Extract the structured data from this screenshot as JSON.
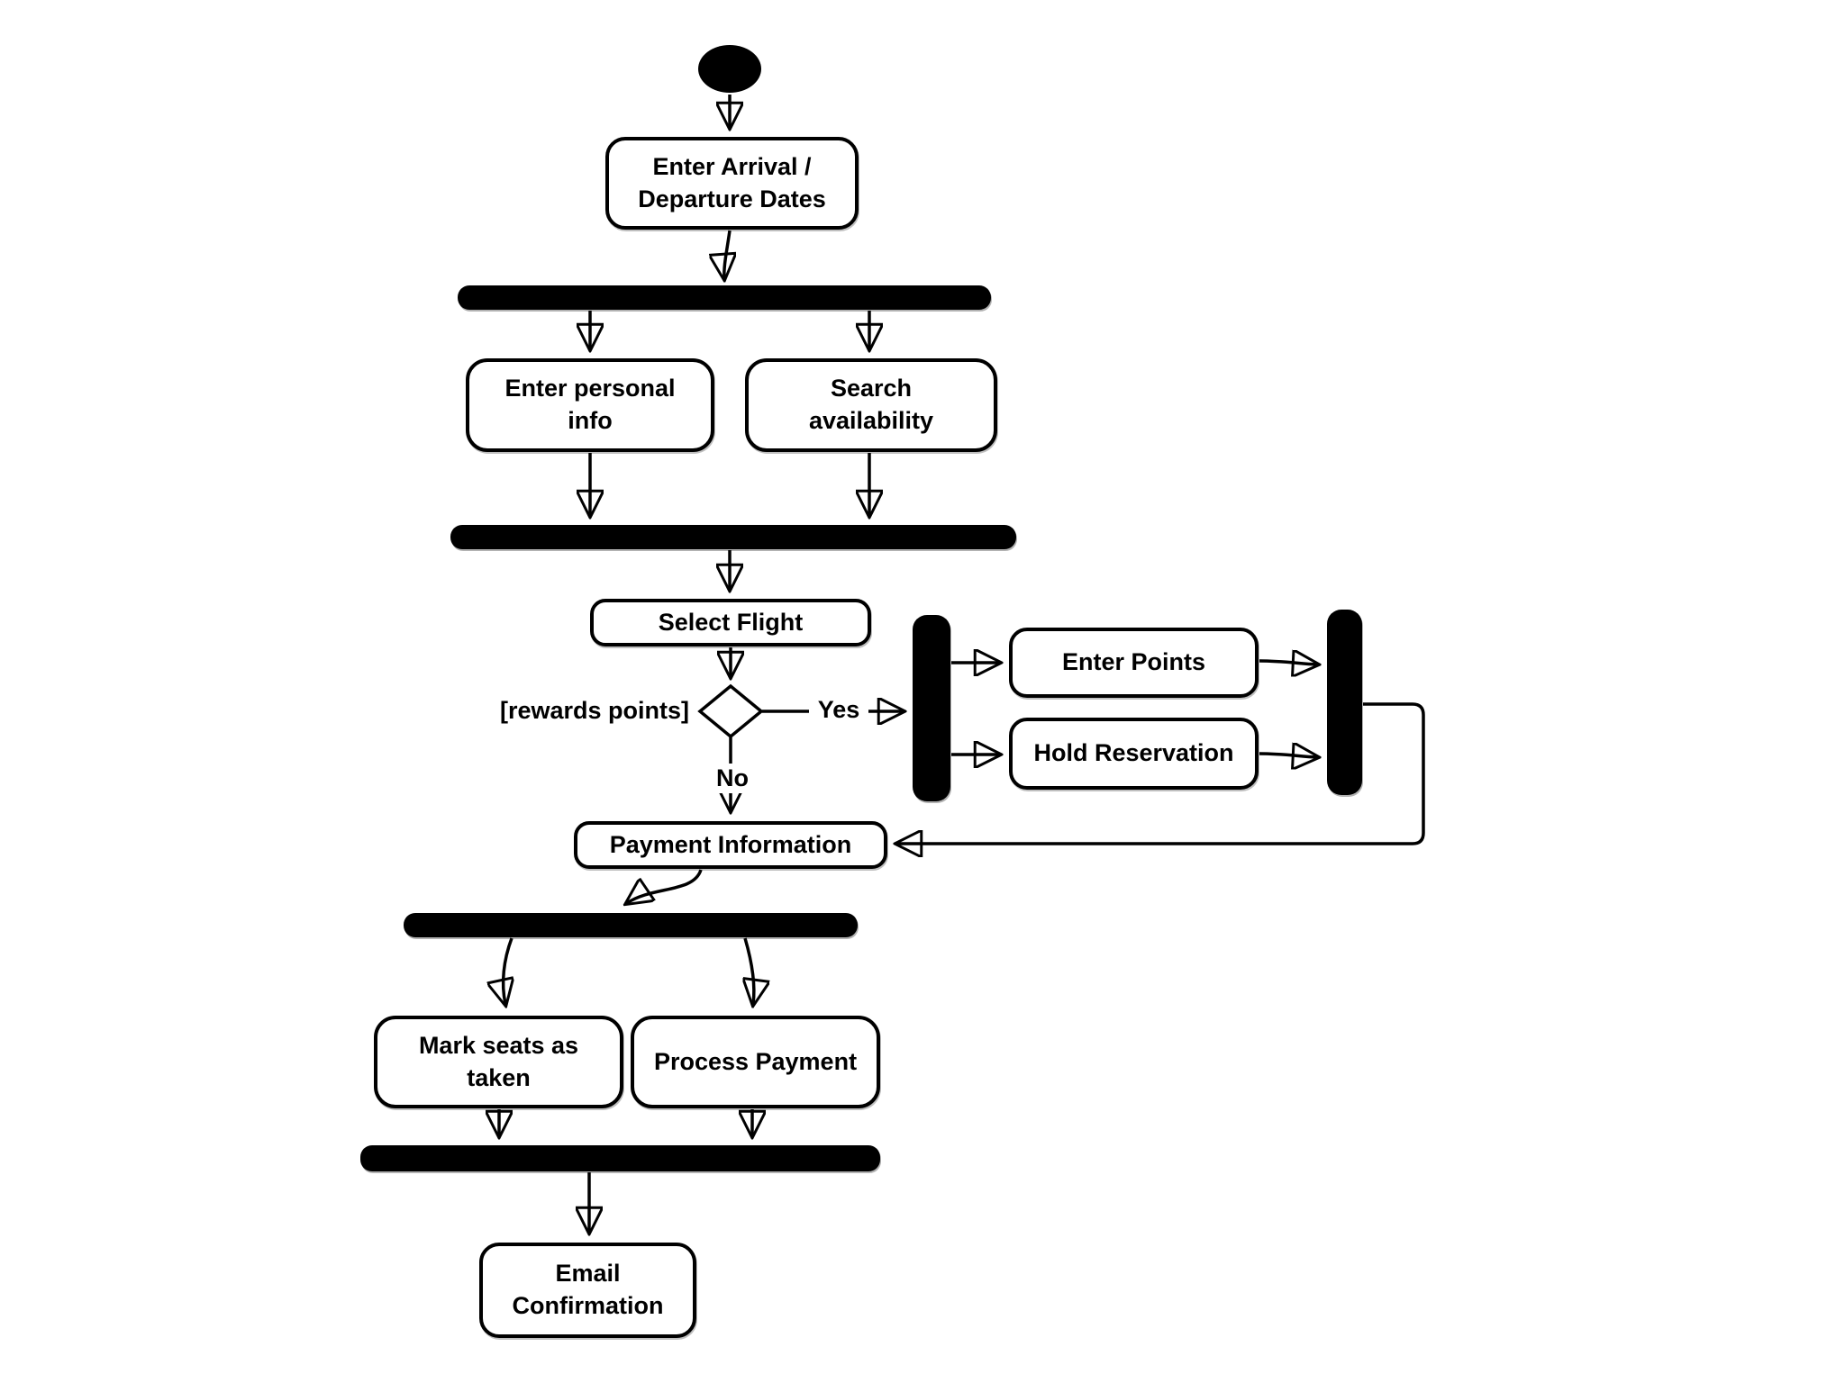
{
  "colors": {
    "ink": "#000000",
    "paper": "#ffffff"
  },
  "nodes": {
    "enter_dates": {
      "label": "Enter Arrival /\nDeparture Dates"
    },
    "enter_personal_info": {
      "label": "Enter personal\ninfo"
    },
    "search_availability": {
      "label": "Search\navailability"
    },
    "select_flight": {
      "label": "Select Flight"
    },
    "enter_points": {
      "label": "Enter Points"
    },
    "hold_reservation": {
      "label": "Hold Reservation"
    },
    "payment_information": {
      "label": "Payment Information"
    },
    "mark_seats": {
      "label": "Mark seats as\ntaken"
    },
    "process_payment": {
      "label": "Process Payment"
    },
    "email_confirmation": {
      "label": "Email\nConfirmation"
    }
  },
  "edge_labels": {
    "guard": "[rewards points]",
    "yes": "Yes",
    "no": "No"
  }
}
